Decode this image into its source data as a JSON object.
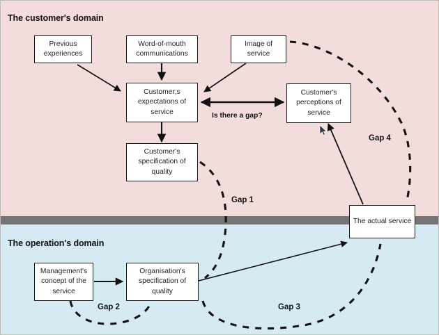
{
  "diagram": {
    "title_customer_domain": "The customer's domain",
    "title_operation_domain": "The operation's domain",
    "colors": {
      "customer_band": "#f2dcdc",
      "operation_band": "#d5eaf2",
      "divider": "#757575",
      "node_fill": "#ffffff",
      "stroke": "#1a1a1a"
    }
  },
  "nodes": {
    "previous_experiences": "Previous experiences",
    "word_of_mouth": "Word-of-mouth communications",
    "image_of_service": "Image of service",
    "customer_expectations": "Customer;s expectations of service",
    "customer_perceptions": "Customer's perceptions of service",
    "customer_specification": "Customer's specification of quality",
    "management_concept": "Management's concept of the service",
    "organisation_specification": "Organisation's specification of quality",
    "actual_service": "The actual service"
  },
  "edge_labels": {
    "is_there_a_gap": "Is there a gap?"
  },
  "gaps": {
    "gap1": "Gap 1",
    "gap2": "Gap 2",
    "gap3": "Gap 3",
    "gap4": "Gap 4"
  }
}
